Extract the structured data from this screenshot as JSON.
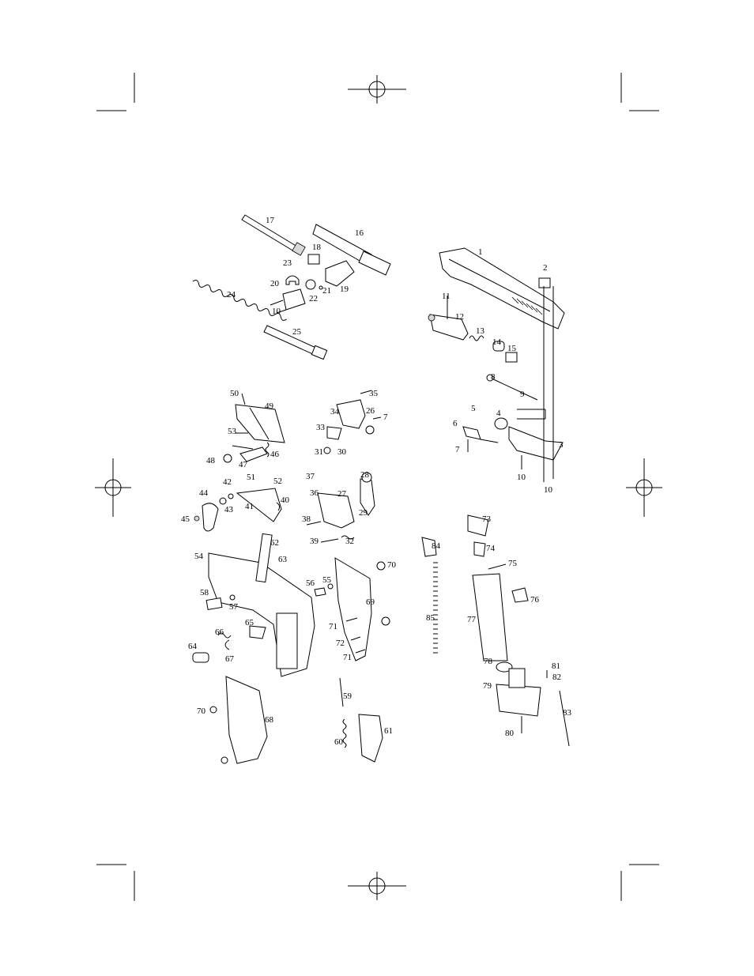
{
  "diagram": {
    "type": "exploded-parts-view",
    "colors": {
      "ink": "#000000",
      "paper": "#ffffff",
      "shade": "#d8d8d8"
    },
    "labels": {
      "p1": "1",
      "p2": "2",
      "p3": "3",
      "p4": "4",
      "p5": "5",
      "p6": "6",
      "p7a": "7",
      "p7b": "7",
      "p8": "8",
      "p9": "9",
      "p10a": "10",
      "p10b": "10",
      "p10c": "10",
      "p11": "11",
      "p12": "12",
      "p13": "13",
      "p14": "14",
      "p15": "15",
      "p16": "16",
      "p17": "17",
      "p18": "18",
      "p19": "19",
      "p20": "20",
      "p21": "21",
      "p22": "22",
      "p23": "23",
      "p24": "24",
      "p25": "25",
      "p26": "26",
      "p27": "27",
      "p28": "28",
      "p29": "29",
      "p30": "30",
      "p31": "31",
      "p32": "32",
      "p33": "33",
      "p34": "34",
      "p35": "35",
      "p36": "36",
      "p37": "37",
      "p38": "38",
      "p39": "39",
      "p40": "40",
      "p41": "41",
      "p42": "42",
      "p43": "43",
      "p44": "44",
      "p45": "45",
      "p46": "46",
      "p47": "47",
      "p48": "48",
      "p49": "49",
      "p50": "50",
      "p51": "51",
      "p52": "52",
      "p53": "53",
      "p54": "54",
      "p55": "55",
      "p56": "56",
      "p57": "57",
      "p58": "58",
      "p59": "59",
      "p60": "60",
      "p61": "61",
      "p62": "62",
      "p63": "63",
      "p64": "64",
      "p65": "65",
      "p66": "66",
      "p67": "67",
      "p68": "68",
      "p69": "69",
      "p70a": "70",
      "p70b": "70",
      "p71a": "71",
      "p71b": "71",
      "p72": "72",
      "p73": "73",
      "p74": "74",
      "p75": "75",
      "p76": "76",
      "p77": "77",
      "p78": "78",
      "p79": "79",
      "p80": "80",
      "p81": "81",
      "p82": "82",
      "p83": "83",
      "p84": "84",
      "p85": "85"
    }
  }
}
